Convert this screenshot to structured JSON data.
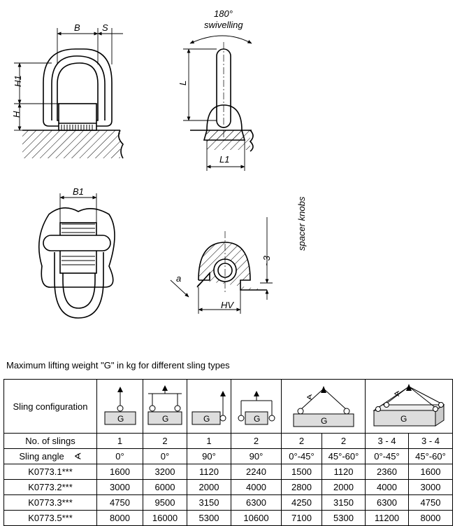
{
  "drawing": {
    "labels": {
      "B": "B",
      "S": "S",
      "H1": "H1",
      "H": "H",
      "rotation_angle": "180°",
      "rotation_text": "swivelling",
      "L": "L",
      "L1": "L1",
      "B1": "B1",
      "spacer": "spacer knobs",
      "approx3": "~3",
      "a": "a",
      "HV": "HV"
    }
  },
  "caption": "Maximum lifting weight \"G\" in kg for different sling types",
  "table": {
    "config_label": "Sling configuration",
    "icon_load_label": "G",
    "angle_symbol": "∢",
    "rows": [
      {
        "label": "No. of slings",
        "cells": [
          "1",
          "2",
          "1",
          "2",
          "2",
          "2",
          "3 - 4",
          "3 - 4"
        ]
      },
      {
        "label": "Sling angle",
        "cells": [
          "0°",
          "0°",
          "90°",
          "90°",
          "0°-45°",
          "45°-60°",
          "0°-45°",
          "45°-60°"
        ]
      },
      {
        "label": "K0773.1***",
        "cells": [
          "1600",
          "3200",
          "1120",
          "2240",
          "1500",
          "1120",
          "2360",
          "1600"
        ]
      },
      {
        "label": "K0773.2***",
        "cells": [
          "3000",
          "6000",
          "2000",
          "4000",
          "2800",
          "2000",
          "4000",
          "3000"
        ]
      },
      {
        "label": "K0773.3***",
        "cells": [
          "4750",
          "9500",
          "3150",
          "6300",
          "4250",
          "3150",
          "6300",
          "4750"
        ]
      },
      {
        "label": "K0773.5***",
        "cells": [
          "8000",
          "16000",
          "5300",
          "10600",
          "7100",
          "5300",
          "11200",
          "8000"
        ]
      }
    ]
  }
}
